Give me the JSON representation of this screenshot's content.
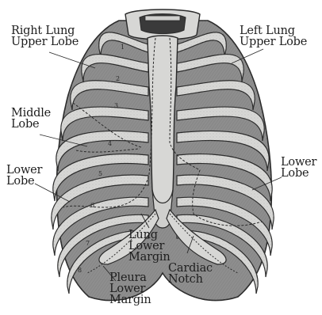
{
  "labels": {
    "right_upper": [
      "Right Lung",
      "Upper Lobe"
    ],
    "left_upper": [
      "Left Lung",
      "Upper Lobe"
    ],
    "middle": [
      "Middle",
      "Lobe"
    ],
    "right_lower": [
      "Lower",
      "Lobe"
    ],
    "left_lower": [
      "Lower",
      "Lobe"
    ],
    "lung_lower_margin": [
      "Lung",
      "Lower",
      "Margin"
    ],
    "cardiac_notch": [
      "Cardiac",
      "Notch"
    ],
    "pleura_lower_margin": [
      "Pleura",
      "Lower",
      "Margin"
    ]
  },
  "rib_numbers": [
    "1",
    "2",
    "3",
    "4",
    "5",
    "6",
    "7",
    "8"
  ],
  "colors": {
    "bone": "#d7d7d5",
    "lung": "#8e8e8e",
    "outline": "#2a2a2a",
    "text": "#1e1e1e",
    "background": "#ffffff"
  }
}
